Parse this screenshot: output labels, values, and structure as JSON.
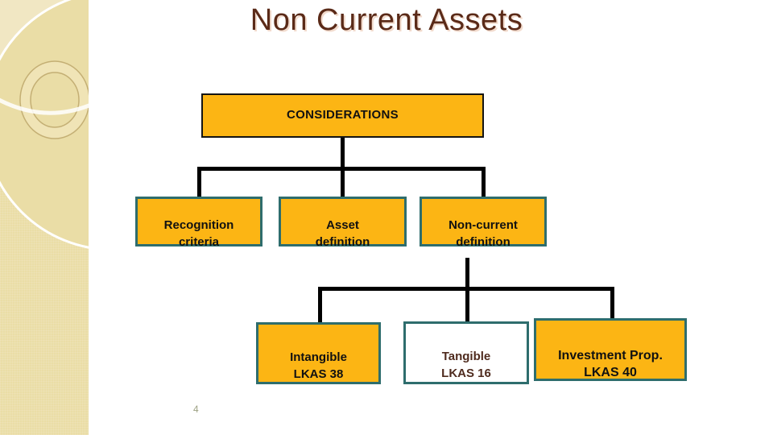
{
  "slide": {
    "title": "Non Current Assets",
    "page_number": "4"
  },
  "diagram": {
    "root": {
      "label": "CONSIDERATIONS"
    },
    "level1": [
      {
        "id": "recognition-criteria",
        "lines": [
          "Recognition",
          "criteria"
        ]
      },
      {
        "id": "asset-definition",
        "lines": [
          "Asset",
          "definition"
        ]
      },
      {
        "id": "non-current-definition",
        "lines": [
          "Non-current",
          "definition"
        ]
      }
    ],
    "level2": [
      {
        "id": "intangible-lkas-38",
        "lines": [
          "Intangible",
          "LKAS 38"
        ],
        "variant": "gold"
      },
      {
        "id": "tangible-lkas-16",
        "lines": [
          "Tangible",
          "LKAS 16"
        ],
        "variant": "white"
      },
      {
        "id": "investment-property-lkas-40",
        "lines": [
          "Investment Prop.",
          "LKAS 40"
        ],
        "variant": "gold"
      }
    ]
  },
  "colors": {
    "box_fill_gold": "#FCB514",
    "box_border_teal": "#2E6D6D",
    "root_border": "#141414",
    "connector": "#000000",
    "title_text": "#5A2A18",
    "tangible_text": "#4F2B1E",
    "sidebar_beige": "#EADDA6",
    "page_number_text": "#9DA183"
  }
}
